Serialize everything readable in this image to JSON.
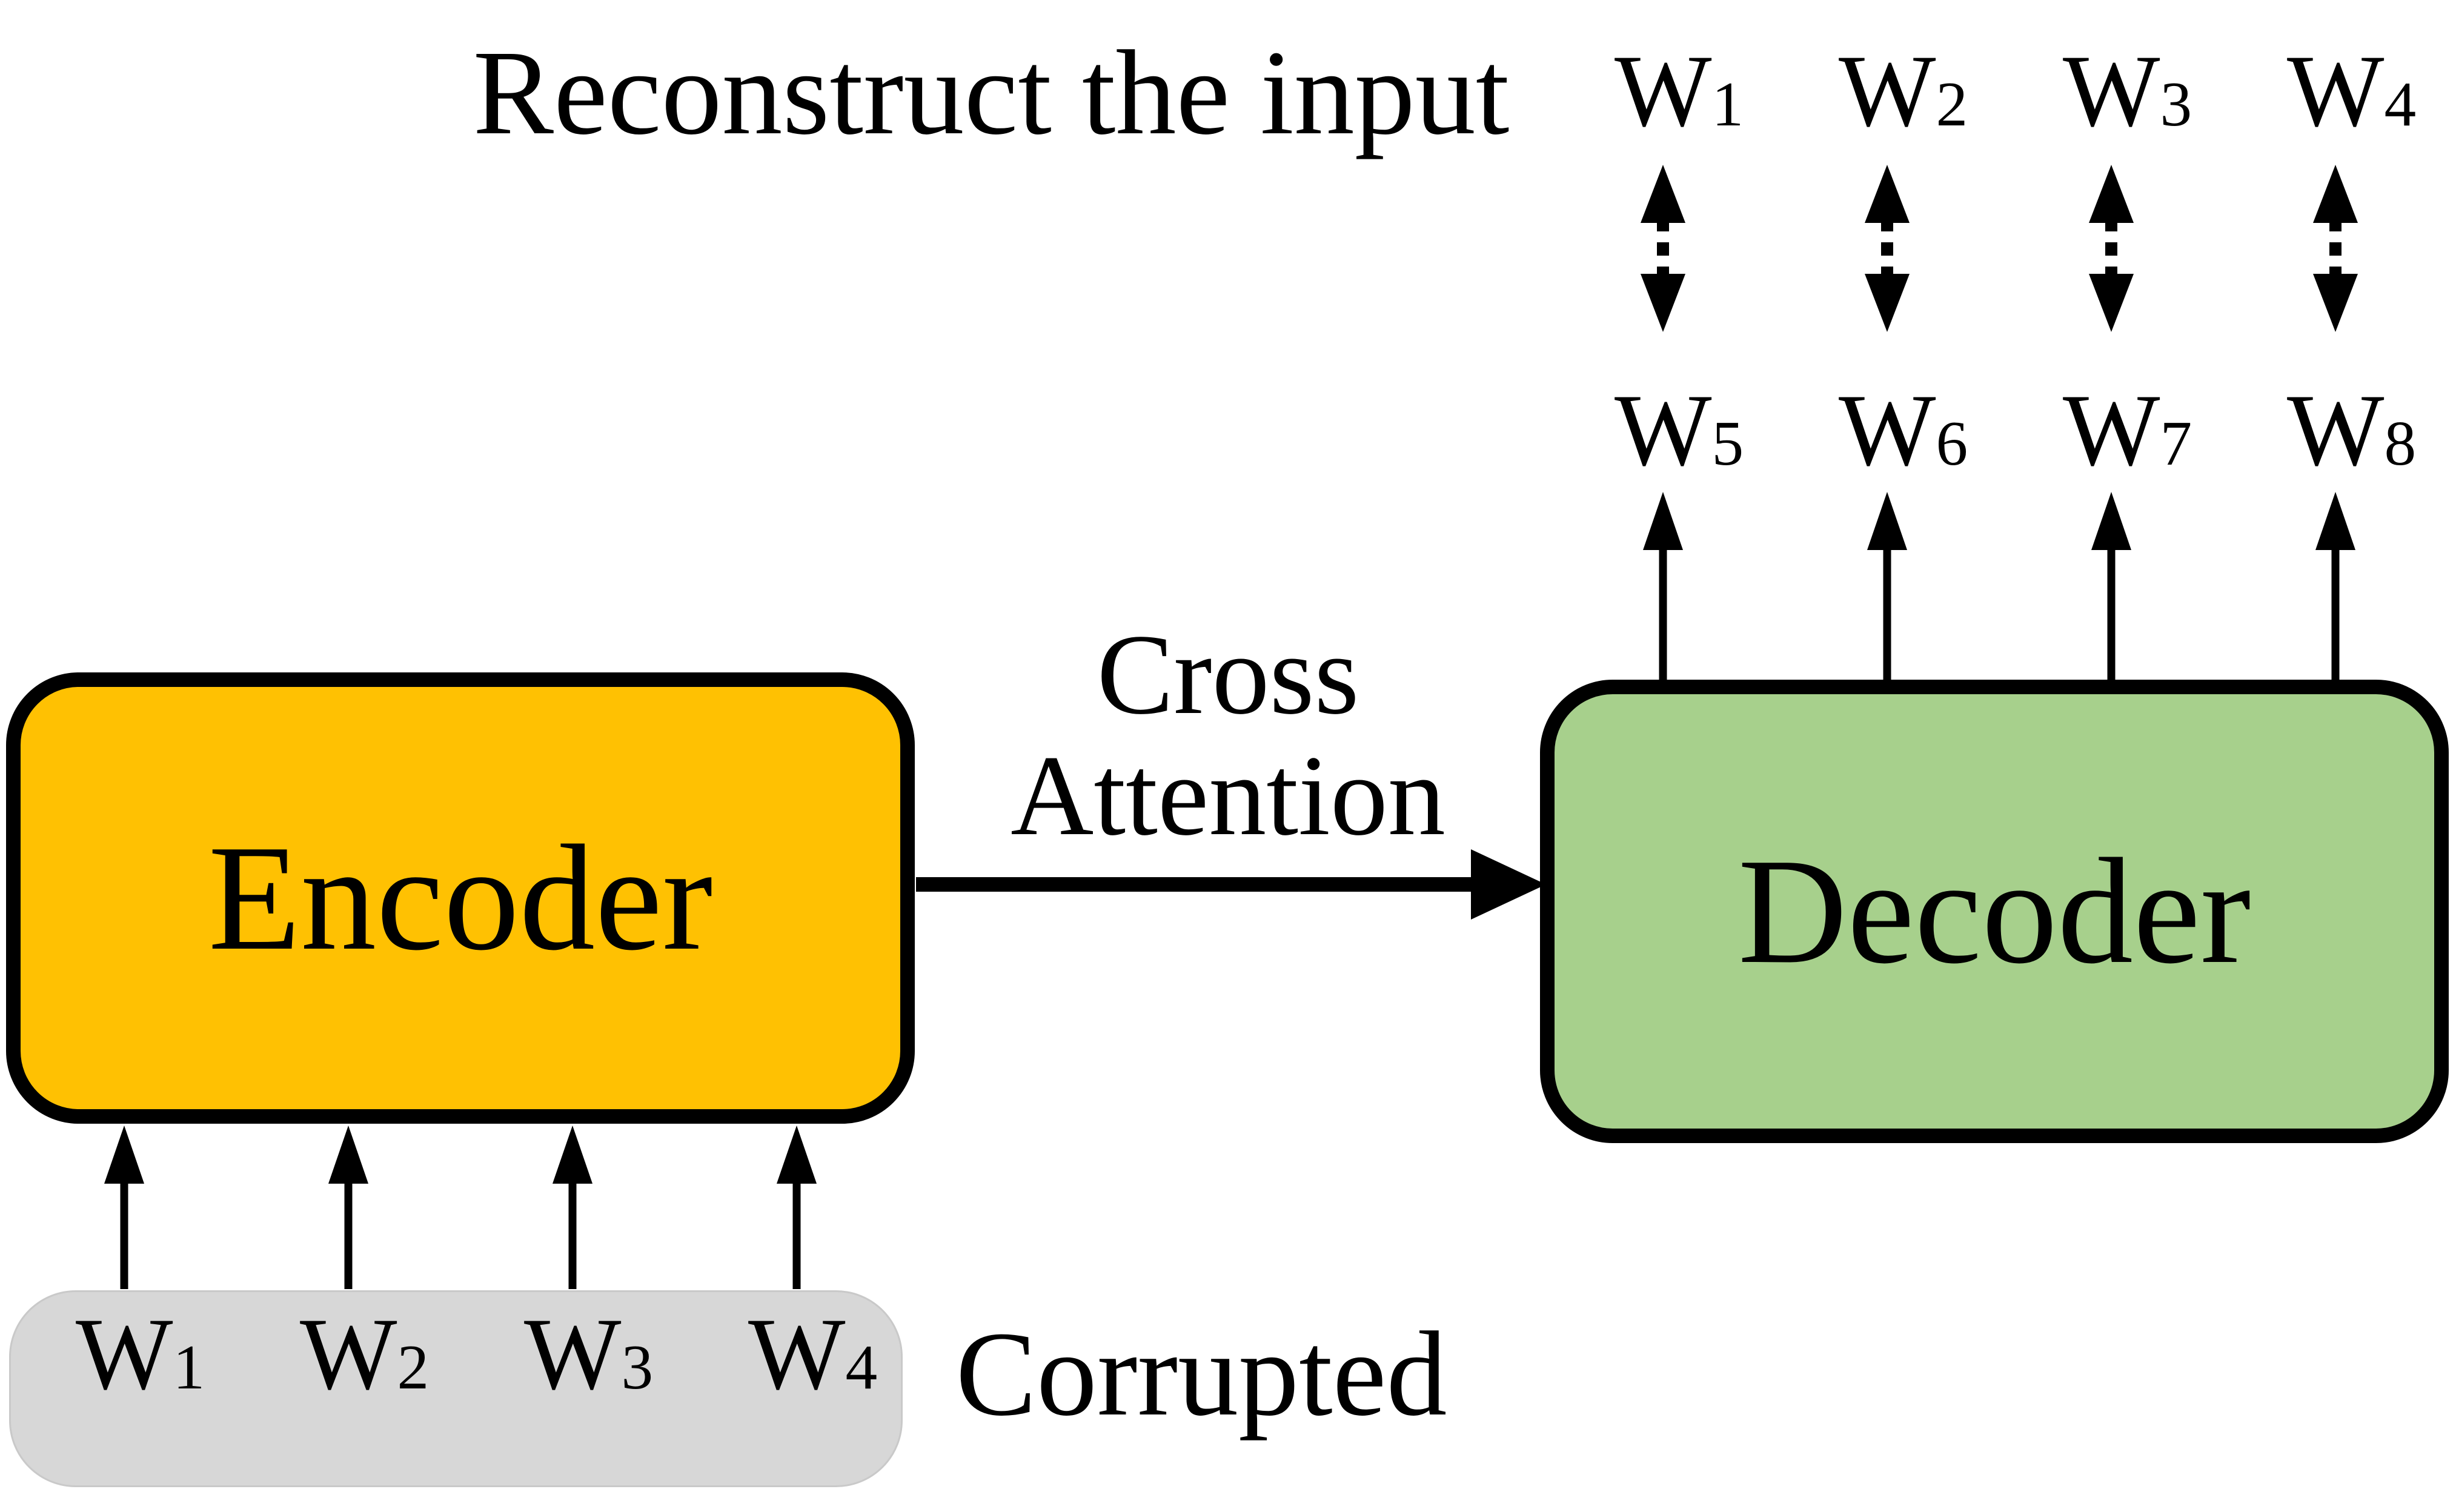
{
  "diagram": {
    "title_caption": "Reconstruct the input",
    "cross_attention": {
      "line1": "Cross",
      "line2": "Attention"
    },
    "encoder": {
      "label": "Encoder",
      "fill": "#FFC102"
    },
    "decoder": {
      "label": "Decoder",
      "fill": "#A7D08C"
    },
    "corrupted": {
      "caption": "Corrupted",
      "box_fill": "#D7D7D7"
    },
    "colors": {
      "line": "#000000",
      "box_border": "#000000"
    },
    "tokens": {
      "targets": [
        {
          "base": "W",
          "sub": "1"
        },
        {
          "base": "W",
          "sub": "2"
        },
        {
          "base": "W",
          "sub": "3"
        },
        {
          "base": "W",
          "sub": "4"
        }
      ],
      "outputs": [
        {
          "base": "W",
          "sub": "5"
        },
        {
          "base": "W",
          "sub": "6"
        },
        {
          "base": "W",
          "sub": "7"
        },
        {
          "base": "W",
          "sub": "8"
        }
      ],
      "inputs": [
        {
          "base": "W",
          "sub": "1"
        },
        {
          "base": "W",
          "sub": "2"
        },
        {
          "base": "W",
          "sub": "3"
        },
        {
          "base": "W",
          "sub": "4"
        }
      ]
    }
  }
}
